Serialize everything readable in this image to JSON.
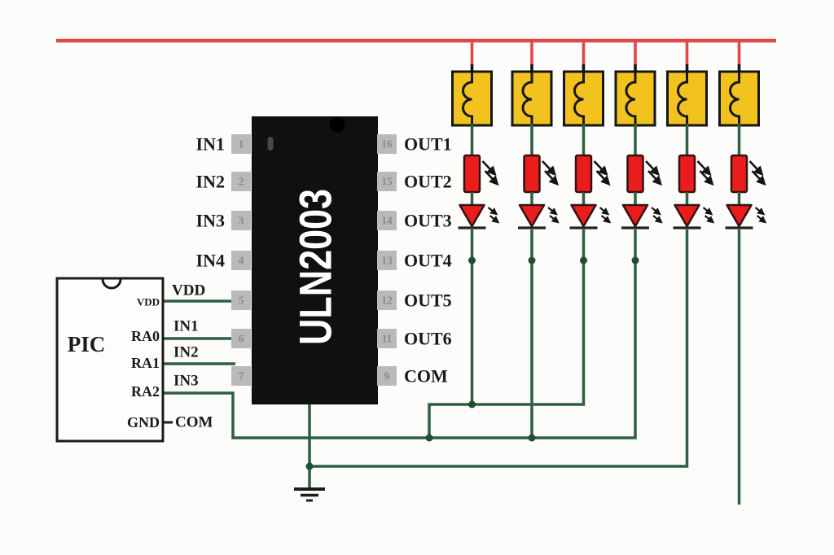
{
  "schematic": {
    "ic": {
      "name": "ULN2003",
      "left_pin_numbers": [
        "1",
        "2",
        "3",
        "4",
        "5",
        "6",
        "7"
      ],
      "left_pin_labels": [
        "IN1",
        "IN2",
        "IN3",
        "IN4"
      ],
      "right_pin_numbers": [
        "16",
        "15",
        "14",
        "13",
        "12",
        "11",
        "9"
      ],
      "right_pin_labels": [
        "OUT1",
        "OUT2",
        "OUT3",
        "OUT4",
        "OUT5",
        "OUT6",
        "COM"
      ]
    },
    "mcu": {
      "name": "PIC",
      "pin_labels": [
        "VDD",
        "RA0",
        "RA1",
        "RA2",
        "GND"
      ],
      "net_labels": [
        "VDD",
        "IN1",
        "IN2",
        "IN3",
        "COM"
      ]
    },
    "channels": 6,
    "colors": {
      "power_rail": "#e24747",
      "wire_green": "#2e5f41",
      "component_red": "#ea1d1d",
      "coil_yellow": "#f2c31e",
      "ic_body": "#101010",
      "pin_box_gray": "#b9b9b9",
      "background": "#fcfcfa"
    }
  }
}
